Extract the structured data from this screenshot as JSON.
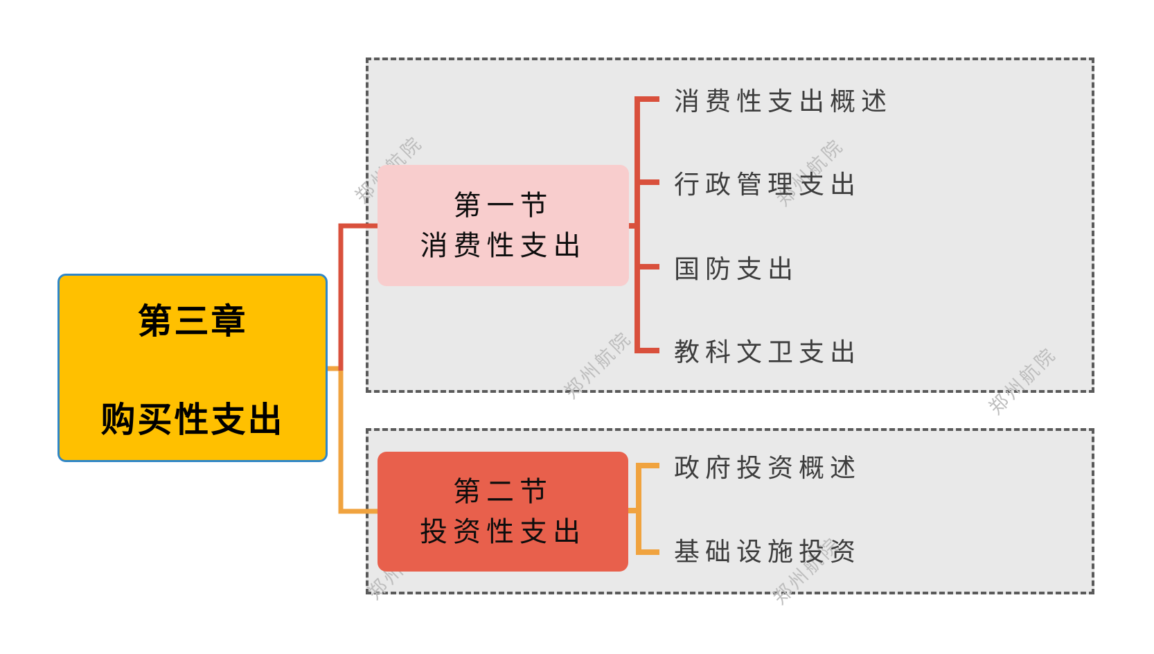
{
  "diagram": {
    "type": "mindmap-structure-chart",
    "root": {
      "line1": "第三章",
      "line2": "购买性支出",
      "fill_color": "#ffc000",
      "border_color": "#2e86c8"
    },
    "sections": [
      {
        "line1": "第一节",
        "line2": "消费性支出",
        "fill_color": "#f8cdcd",
        "branch_color": "#d9503c",
        "items": [
          "消费性支出概述",
          "行政管理支出",
          "国防支出",
          "教科文卫支出"
        ]
      },
      {
        "line1": "第二节",
        "line2": "投资性支出",
        "fill_color": "#e8604c",
        "branch_color": "#f0a33f",
        "items": [
          "政府投资概述",
          "基础设施投资"
        ]
      }
    ],
    "group_box_style": {
      "fill_color": "#e9e9e9",
      "border_color": "#5a5a5a",
      "border_style": "dashed"
    },
    "watermark": {
      "text": "郑州航院",
      "color": "#bdbdbd"
    }
  }
}
